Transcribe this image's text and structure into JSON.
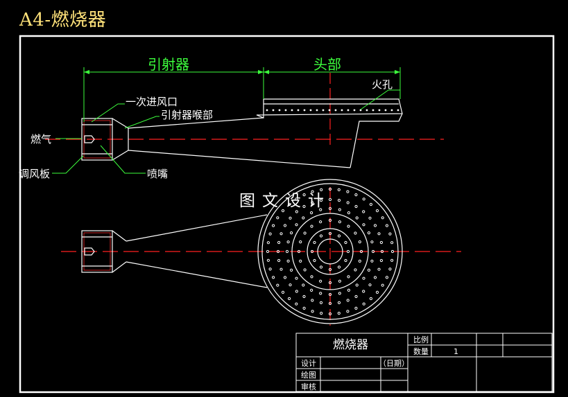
{
  "title": "A4-燃烧器",
  "dimensions": {
    "ejector": "引射器",
    "head": "头部"
  },
  "labels": {
    "primary_air_inlet": "一次进风口",
    "ejector_throat": "引射器喉部",
    "fire_holes": "火孔",
    "gas": "燃气",
    "air_damper": "调风板",
    "nozzle": "喷嘴"
  },
  "watermark": "图文设计",
  "title_block": {
    "name": "燃烧器",
    "scale_label": "比例",
    "quantity_label": "数量",
    "quantity_value": "1",
    "designer_label": "设计",
    "date_label": "（日期）",
    "drafter_label": "绘图",
    "reviewer_label": "审核"
  },
  "colors": {
    "background": "#000000",
    "outline": "#ffffff",
    "dimension": "#3dff3d",
    "centerline": "#ff2020",
    "title": "#ffe27a"
  }
}
